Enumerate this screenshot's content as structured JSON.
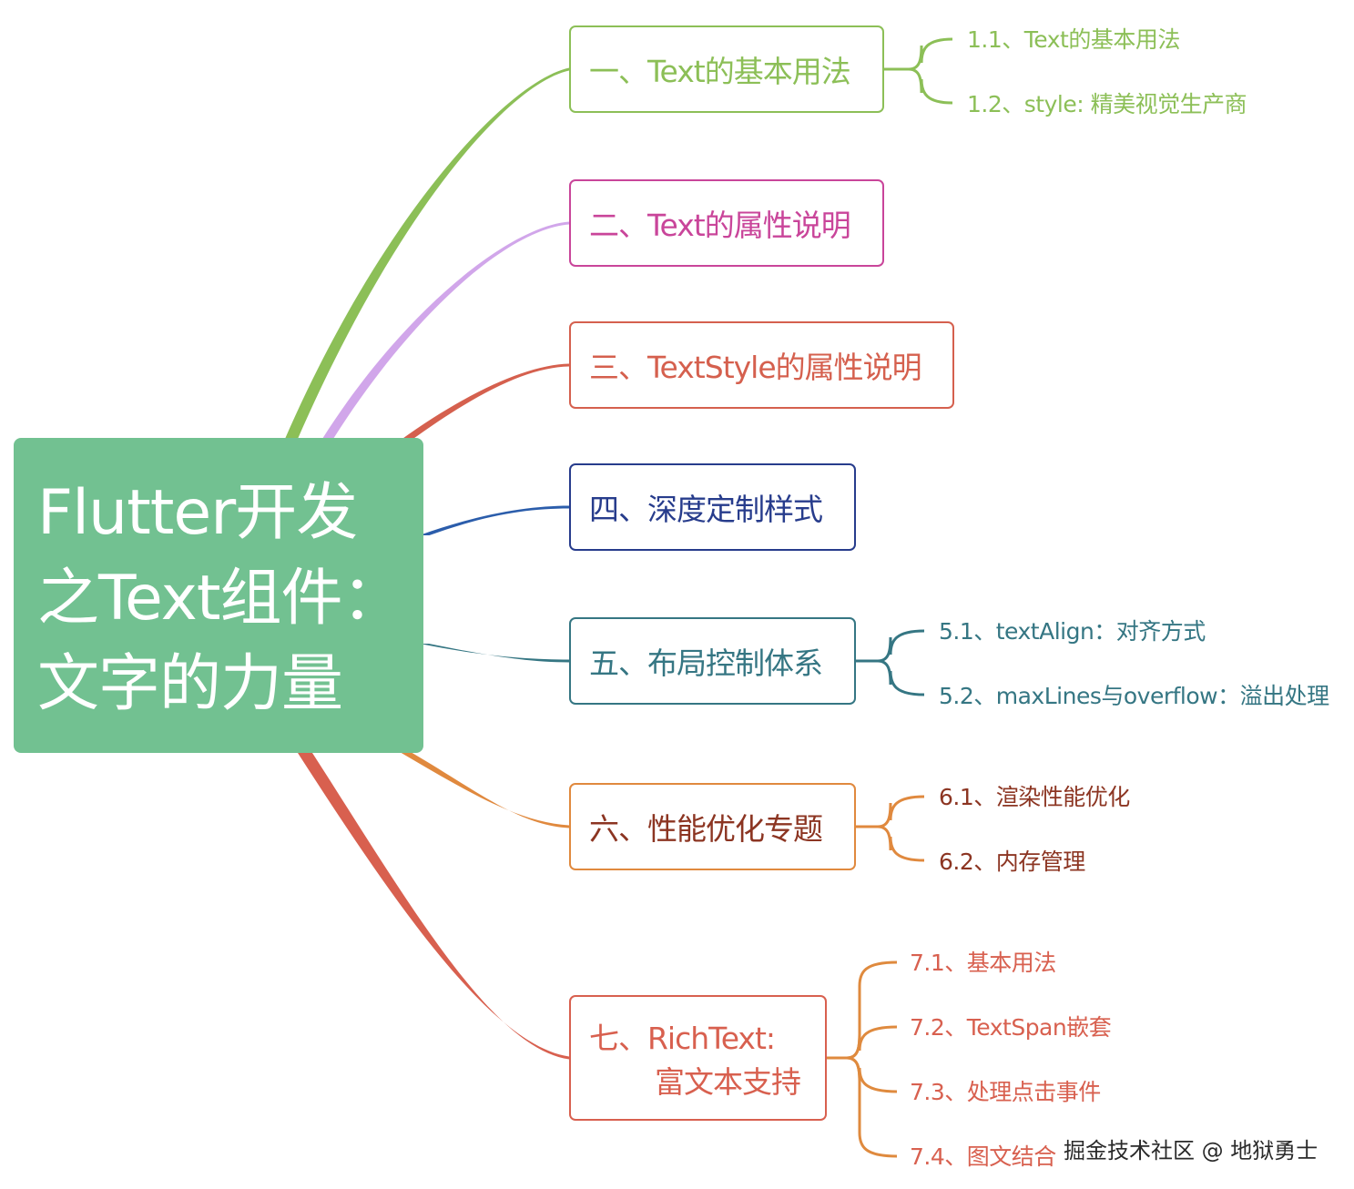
{
  "root": {
    "lines": [
      "Flutter开发",
      "之Text组件：",
      "文字的力量"
    ],
    "color": "#72c191"
  },
  "topics": [
    {
      "label": "一、Text的基本用法",
      "color": "#8cbf57",
      "subs": [
        "1.1、Text的基本用法",
        "1.2、style: 精美视觉生产商"
      ]
    },
    {
      "label": "二、Text的属性说明",
      "color": "#c9459a",
      "line_color": "#d1a6ea",
      "subs": []
    },
    {
      "label": "三、TextStyle的属性说明",
      "color": "#d5604e",
      "subs": []
    },
    {
      "label": "四、深度定制样式",
      "color": "#273c8c",
      "line_color": "#2b5dab",
      "subs": []
    },
    {
      "label": "五、布局控制体系",
      "color": "#357683",
      "subs": [
        "5.1、textAlign：对齐方式",
        "5.2、maxLines与overflow：溢出处理"
      ]
    },
    {
      "label": "六、性能优化专题",
      "color": "#e0893e",
      "text_color": "#8c3522",
      "sub_color": "#8c3522",
      "subs": [
        "6.1、渲染性能优化",
        "6.2、内存管理"
      ]
    },
    {
      "label": [
        "七、RichText:",
        "富文本支持"
      ],
      "color": "#d8604f",
      "line_color": "#d8604f",
      "bracket_color": "#df8a3e",
      "subs": [
        "7.1、基本用法",
        "7.2、TextSpan嵌套",
        "7.3、处理点击事件",
        "7.4、图文结合"
      ]
    }
  ],
  "watermark": "掘金技术社区 @ 地狱勇士"
}
